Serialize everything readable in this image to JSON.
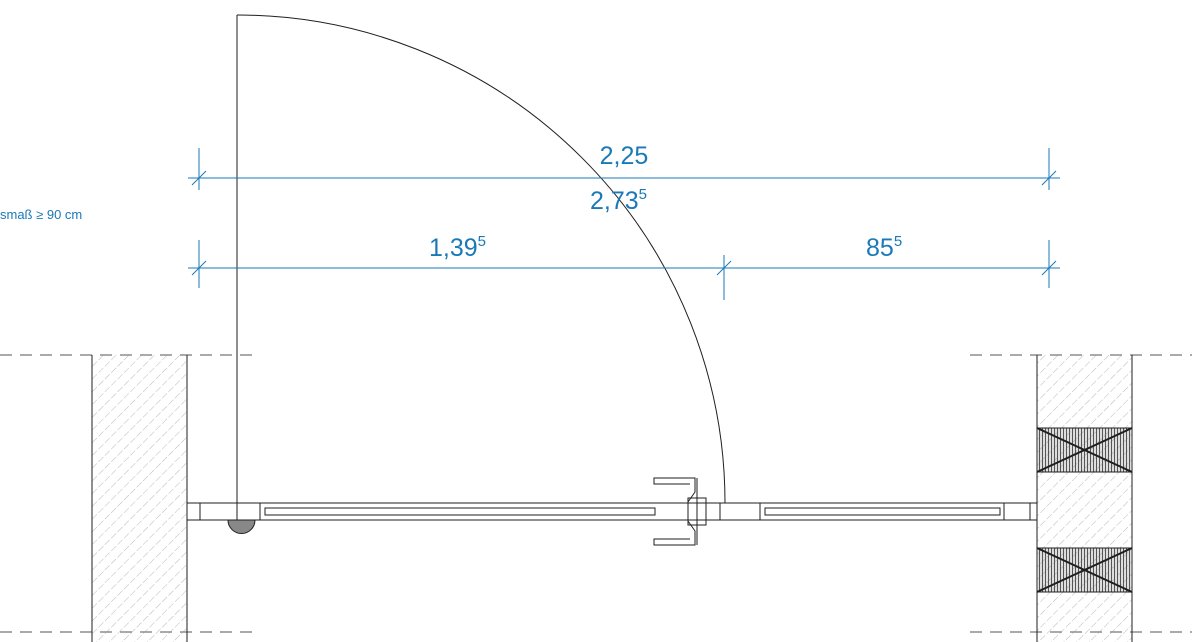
{
  "note": "smaß ≥ 90 cm",
  "dimensions": {
    "overall_top": {
      "main": "2,25",
      "sup": ""
    },
    "overall_bottom": {
      "main": "2,73",
      "sup": "5"
    },
    "left_segment": {
      "main": "1,39",
      "sup": "5"
    },
    "right_segment": {
      "main": "85",
      "sup": "5"
    }
  },
  "colors": {
    "dimension": "#1a7ab8",
    "lines": "#1f1f1f",
    "dark_hatch": "#555555"
  }
}
